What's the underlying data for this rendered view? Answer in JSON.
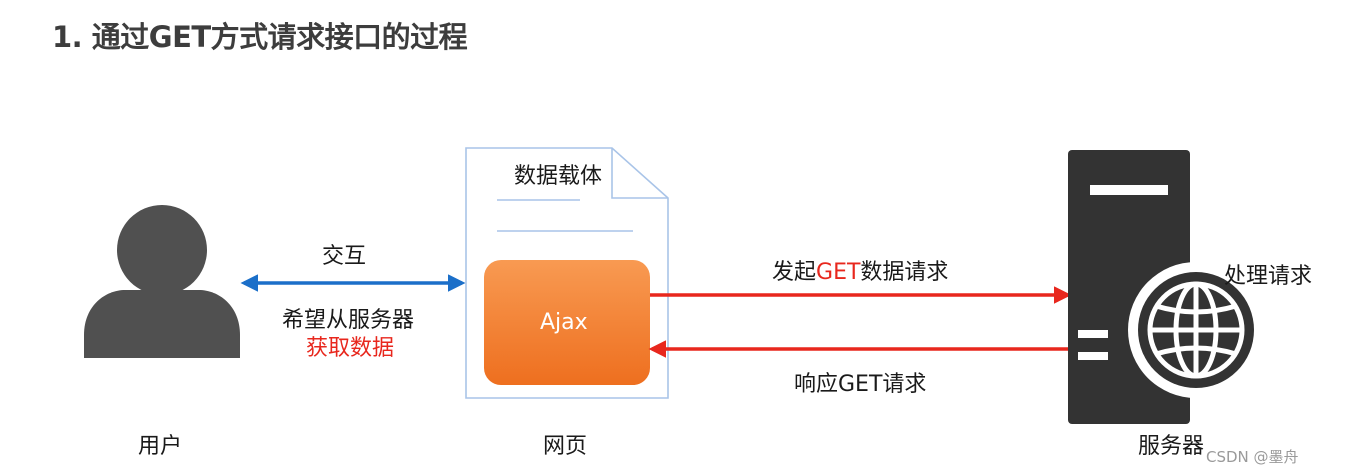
{
  "title": "1. 通过GET方式请求接口的过程",
  "nodes": {
    "user": {
      "label": "用户"
    },
    "webpage": {
      "label": "网页",
      "doc_label": "数据载体",
      "ajax_label": "Ajax"
    },
    "server": {
      "label": "服务器",
      "process_label": "处理请求"
    }
  },
  "edges": {
    "interaction": {
      "label": "交互",
      "desc_line1": "希望从服务器",
      "desc_line2": "获取数据"
    },
    "request": {
      "label_pre": "发起",
      "label_highlight": "GET",
      "label_post": "数据请求"
    },
    "response": {
      "label": "响应GET请求"
    }
  },
  "watermark": "CSDN @墨舟"
}
